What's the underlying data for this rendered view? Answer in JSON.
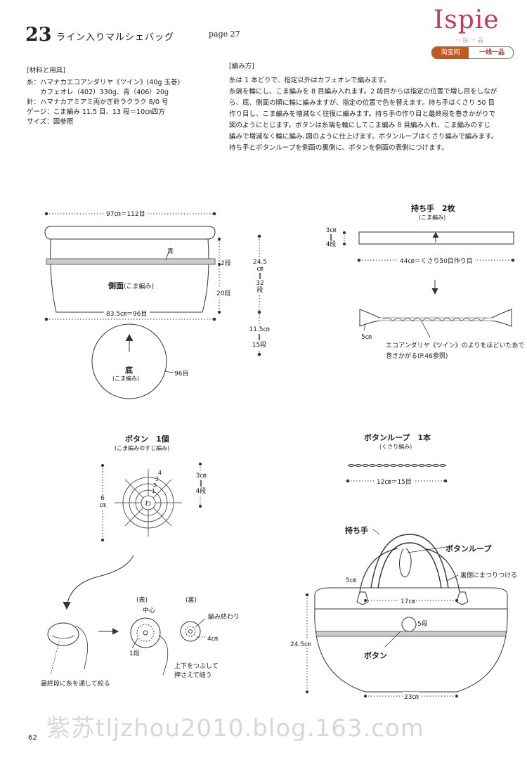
{
  "header": {
    "number": "23",
    "title": "ライン入りマルシェバッグ",
    "page_ref": "page 27",
    "logo": {
      "brand": "Ispie",
      "tagline": "一 朕 一 品",
      "badge_left": "淘宝网",
      "badge_right": "一线一品"
    }
  },
  "materials": {
    "heading": "[材料と用具]",
    "lines": [
      "糸：ハマナカエコアンダリヤ《ツイン》(40g 玉巻)",
      "　　カフェオレ（402）330g、青（406）20g",
      "針：ハマナカアミアミ両かぎ針ラクラク 8/0 号",
      "ゲージ：こま編み 11.5 目、13 段＝10㎝四方",
      "サイズ：図参照"
    ]
  },
  "method": {
    "heading": "[編み方]",
    "lines": [
      "糸は 1 本どりで、指定以外はカフェオレで編みます。",
      "糸端を輪にし、こま編みを 8 目編み入れます。2 段目からは指定の位置で増し目をしなが",
      "ら、底、側面の順に輪に編みますが、指定の位置で色を替えます。持ち手はくさり 50 目",
      "作り目し、こま編みを増減なく往復に編みます。持ち手の作り目と最終段を巻きかがりで",
      "図のようにとじます。ボタンは糸端を輪にしてこま編み 8 目編み入れ、こま編みのすじ",
      "編みで増減なく輪に編み､図のように仕上げます。ボタンループはくさり編みで編みます。",
      "持ち手とボタンループを側面の裏側に、ボタンを側面の表側につけます。"
    ]
  },
  "body_diagram": {
    "top_width": "97㎝＝112目",
    "stripe_color": "青",
    "stripe_rows": "2段",
    "side_label": "側面",
    "side_sub": "(こま編み)",
    "side_rows": "20段",
    "bottom_width": "83.5㎝＝96目",
    "height_cm": "24.5",
    "height_unit": "㎝",
    "equals": "‖",
    "height_rows_num": "32",
    "height_rows_unit": "段",
    "base_label": "底",
    "base_sub": "(こま編み)",
    "base_stitches": "96目",
    "base_cm": "11.5㎝",
    "base_rows": "15段"
  },
  "handle": {
    "title": "持ち手　2枚",
    "sub": "(こま編み)",
    "w_cm": "3㎝",
    "w_rows": "4段",
    "length": "44㎝＝くさり50目作り目",
    "end_label": "5㎝",
    "note_line1": "エコアンダリヤ《ツイン》のよりをほどいた糸で",
    "note_line2": "巻きかがる(P.46参照)"
  },
  "button": {
    "title": "ボタン　1個",
    "sub": "(こま編みのすじ編み)",
    "diameter_cm": "6",
    "diameter_unit": "㎝",
    "h_cm": "3㎝",
    "h_rows": "4段",
    "center_mark": "わ",
    "row_marks": [
      "1",
      "2",
      "3",
      "4"
    ],
    "finish_caption": "最終段に糸を通して絞る",
    "front_label": "(表)",
    "back_label": "(裏)",
    "center_label": "中心",
    "end_label": "編み終わり",
    "row1_label": "1段",
    "size_label": "4㎝",
    "sew_line1": "上下をつぶして",
    "sew_line2": "押さえて縫う"
  },
  "loop": {
    "title": "ボタンループ　1本",
    "sub": "(くさり編み)",
    "length": "12㎝＝15目"
  },
  "assembly": {
    "handle_label": "持ち手",
    "loop_label": "ボタンループ",
    "inside_note": "裏側にまつりつける",
    "handle_attach": "5㎝",
    "gap": "17㎝",
    "button_pos": "5段",
    "height": "24.5㎝",
    "button_label": "ボタン",
    "bottom": "23㎝"
  },
  "footer": {
    "page_number": "62",
    "watermark": "紫苏tljzhou2010.blog.163.com"
  }
}
